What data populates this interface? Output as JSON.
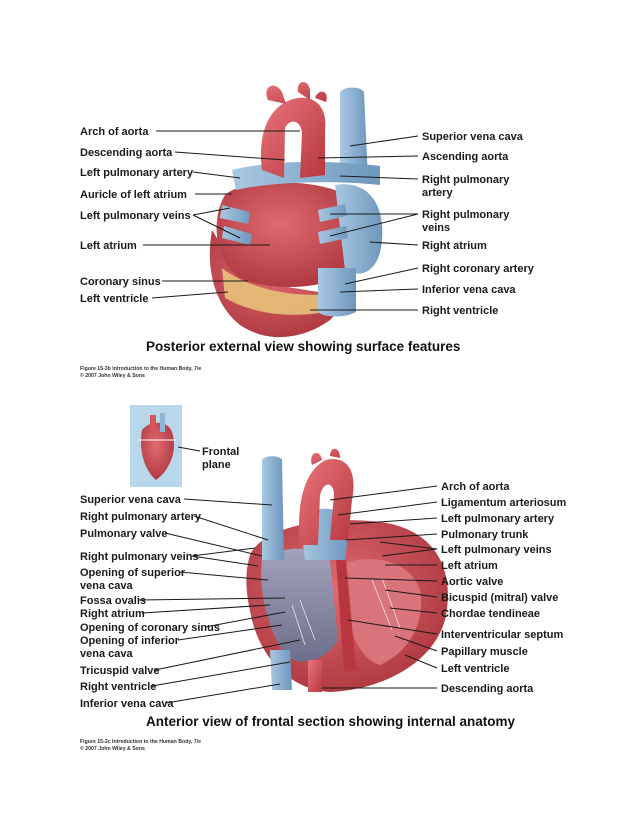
{
  "figure_b": {
    "left_labels": [
      "Arch of aorta",
      "Descending aorta",
      "Left pulmonary artery",
      "Auricle of left atrium",
      "Left pulmonary veins",
      "Left atrium",
      "Coronary sinus",
      "Left ventricle"
    ],
    "right_labels": [
      "Superior vena cava",
      "Ascending aorta",
      "Right pulmonary",
      "artery",
      "Right pulmonary",
      "veins",
      "Right atrium",
      "Right coronary artery",
      "Inferior vena cava",
      "Right ventricle"
    ],
    "caption": "Posterior external view showing surface features",
    "credit_line1": "Figure 15-3b  Introduction to the Human Body, 7/e",
    "credit_line2": "© 2007 John Wiley & Sons"
  },
  "figure_c": {
    "inset_label": [
      "Frontal",
      "plane"
    ],
    "left_labels": [
      "Superior vena cava",
      "Right pulmonary artery",
      "Pulmonary valve",
      "Right pulmonary veins",
      "Opening of superior",
      "vena cava",
      "Fossa ovalis",
      "Right atrium",
      "Opening of coronary sinus",
      "Opening of inferior",
      "vena cava",
      "Tricuspid valve",
      "Right ventricle",
      "Inferior vena cava"
    ],
    "right_labels": [
      "Arch of aorta",
      "Ligamentum arteriosum",
      "Left pulmonary artery",
      "Pulmonary trunk",
      "Left pulmonary veins",
      "Left atrium",
      "Aortic valve",
      "Bicuspid (mitral) valve",
      "Chordae tendineae",
      "Interventricular septum",
      "Papillary muscle",
      "Left ventricle",
      "Descending aorta"
    ],
    "caption": "Anterior view of frontal section showing internal anatomy",
    "credit_line1": "Figure 15-3c  Introduction to the Human Body, 7/e",
    "credit_line2": "© 2007 John Wiley & Sons"
  },
  "colors": {
    "artery_red": "#d9535a",
    "vein_blue": "#8fb6d6",
    "myocardium": "#c9454c",
    "fat_yellow": "#e7c27a",
    "interior_purple": "#8a8aa6",
    "inset_bg": "#b9d7ea"
  }
}
